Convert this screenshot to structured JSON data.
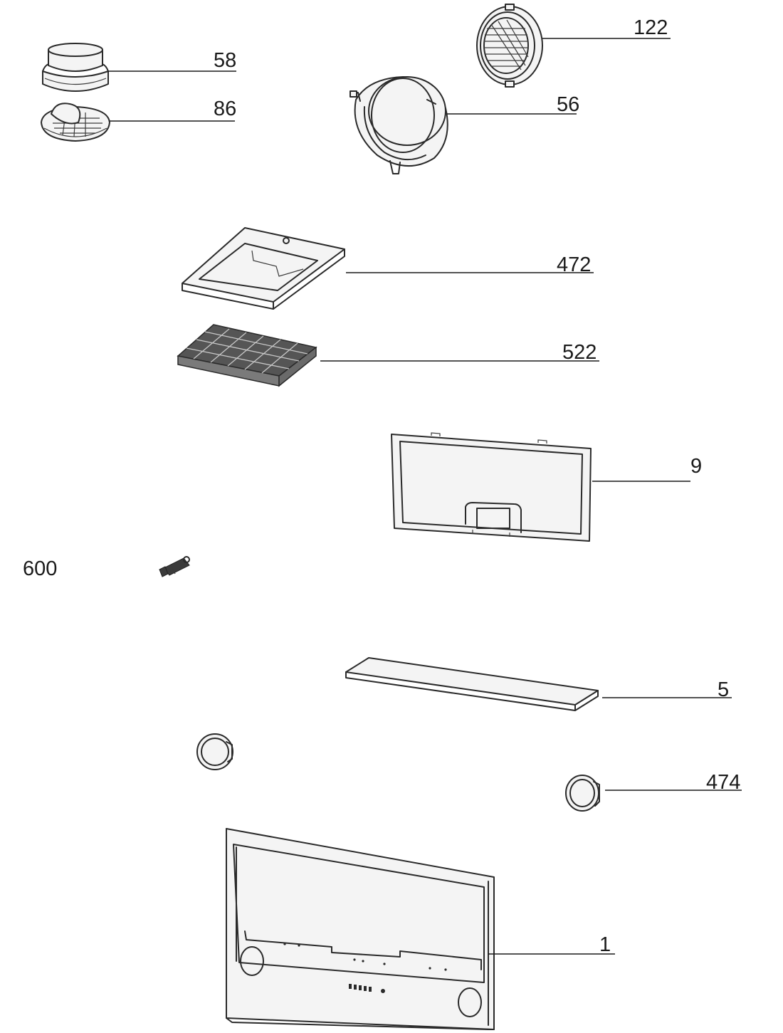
{
  "diagram": {
    "parts": [
      {
        "id": "p122",
        "label": "122"
      },
      {
        "id": "p58",
        "label": "58"
      },
      {
        "id": "p86",
        "label": "86"
      },
      {
        "id": "p56",
        "label": "56"
      },
      {
        "id": "p472",
        "label": "472"
      },
      {
        "id": "p522",
        "label": "522"
      },
      {
        "id": "p9",
        "label": "9"
      },
      {
        "id": "p600",
        "label": "600"
      },
      {
        "id": "p5",
        "label": "5"
      },
      {
        "id": "p474",
        "label": "474"
      },
      {
        "id": "p1",
        "label": "1"
      }
    ]
  }
}
